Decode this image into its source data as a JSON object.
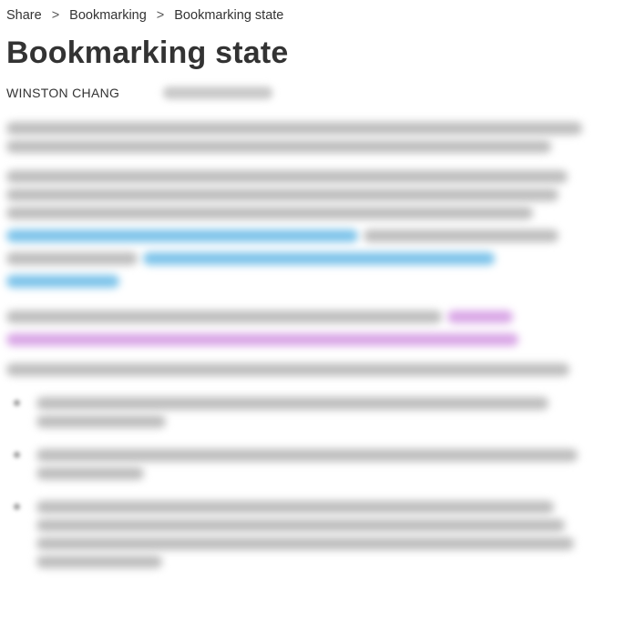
{
  "breadcrumb": {
    "items": [
      "Share",
      "Bookmarking",
      "Bookmarking state"
    ],
    "separator": ">"
  },
  "page": {
    "title": "Bookmarking state",
    "author": "WINSTON CHANG"
  },
  "colors": {
    "text": "#333333",
    "link": "#2a9fd6",
    "visited_link": "#b05cc8",
    "background": "#ffffff"
  }
}
